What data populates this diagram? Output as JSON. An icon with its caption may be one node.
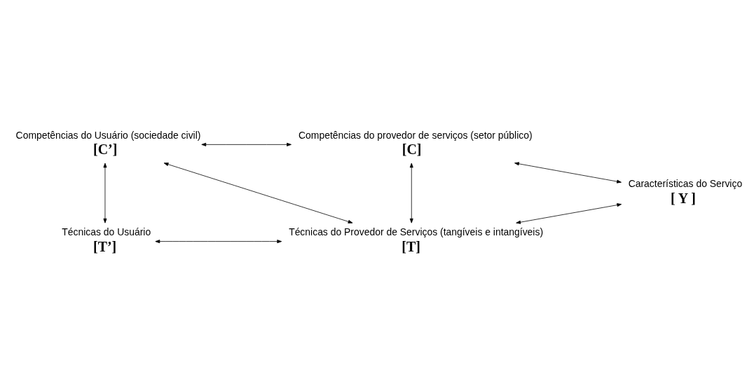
{
  "diagram": {
    "nodes": [
      {
        "text": [
          "Competências do Usuário (sociedade civil)",
          "[C’]"
        ]
      },
      {
        "text": [
          "Competências do provedor de serviços (setor público)",
          "[C]"
        ]
      },
      {
        "text": [
          "Características do Serviço",
          "[ Y ]"
        ]
      },
      {
        "text": [
          "Técnicas do Usuário",
          "[T’]"
        ]
      },
      {
        "text": [
          "Técnicas do Provedor de Serviços (tangíveis e intangíveis)",
          "[T]"
        ]
      }
    ],
    "edges": [
      {
        "from": 0,
        "to": 1,
        "arrow": "both"
      },
      {
        "from": 0,
        "to": 3,
        "arrow": "both"
      },
      {
        "from": 0,
        "to": 4,
        "arrow": "both"
      },
      {
        "from": 1,
        "to": 4,
        "arrow": "both"
      },
      {
        "from": 1,
        "to": 2,
        "arrow": "both"
      },
      {
        "from": 3,
        "to": 4,
        "arrow": "both"
      },
      {
        "from": 4,
        "to": 2,
        "arrow": "both"
      }
    ]
  }
}
